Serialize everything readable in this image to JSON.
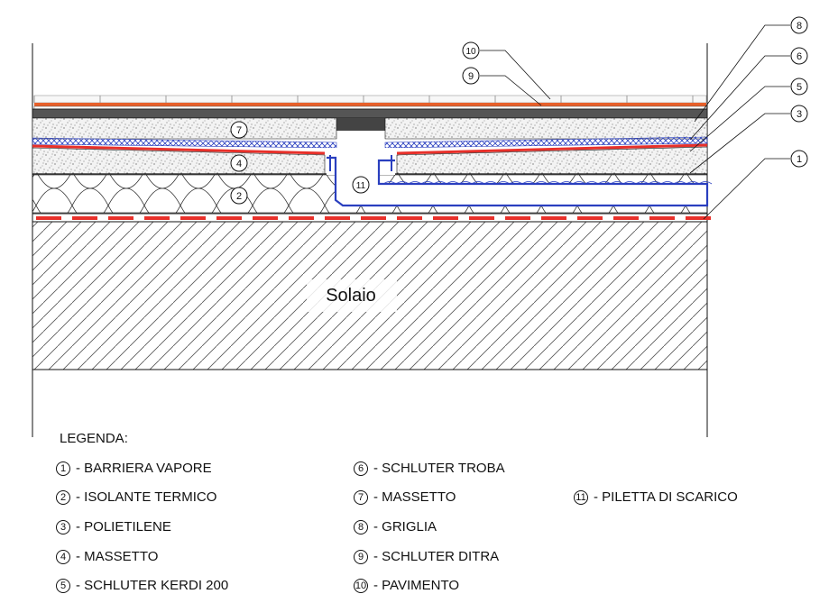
{
  "drawing": {
    "solaio_label": "Solaio",
    "callouts": {
      "c1": "1",
      "c2": "2",
      "c3": "3",
      "c4": "4",
      "c5": "5",
      "c6": "6",
      "c7": "7",
      "c8": "8",
      "c9": "9",
      "c10": "10",
      "c11": "11"
    },
    "colors": {
      "membrane_red": "#e8302a",
      "drain_blue": "#2a3fbf",
      "tile_orange": "#e8602a",
      "screed_fill": "#f4f4f4",
      "line": "#111111"
    }
  },
  "legend": {
    "title": "LEGENDA:",
    "items": [
      {
        "num": "1",
        "text": " - BARRIERA VAPORE"
      },
      {
        "num": "2",
        "text": " - ISOLANTE TERMICO"
      },
      {
        "num": "3",
        "text": " - POLIETILENE"
      },
      {
        "num": "4",
        "text": " - MASSETTO"
      },
      {
        "num": "5",
        "text": " - SCHLUTER KERDI 200"
      },
      {
        "num": "6",
        "text": " - SCHLUTER TROBA"
      },
      {
        "num": "7",
        "text": " - MASSETTO"
      },
      {
        "num": "8",
        "text": " - GRIGLIA"
      },
      {
        "num": "9",
        "text": " - SCHLUTER DITRA"
      },
      {
        "num": "10",
        "text": " - PAVIMENTO"
      },
      {
        "num": "11",
        "text": " - PILETTA DI SCARICO"
      }
    ]
  }
}
